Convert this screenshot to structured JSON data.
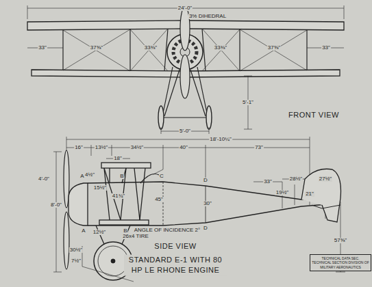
{
  "diagram": {
    "title": "STANDARD E-1 WITH 80 HP LE RHONE ENGINE",
    "nodes": [
      {
        "text": [
          "TECHNICAL DATA SEC. TECHNICAL SECTION DIVISION OF MILITARY AERONAUTICS"
        ]
      }
    ],
    "labels": [
      "24'-0\"",
      "3% DIHEDRAL",
      "33\"",
      "37⅝\"",
      "33⅜\"",
      "33⅜\"",
      "37⅝\"",
      "33\"",
      "5'-1\"",
      "5'-0\"",
      "FRONT VIEW",
      "18'-10¼\"",
      "16\"",
      "13½\"",
      "34½\"",
      "40\"",
      "73\"",
      "33\"",
      "28½\"",
      "8'-0\"",
      "4'-0\"",
      "18\"",
      "4½\"",
      "15½\"",
      "41¾\"",
      "45\"",
      "30\"",
      "12½\"",
      "19½\"",
      "21\"",
      "27½\"",
      "57⅝\"",
      "26x4 TIRE",
      "ANGLE OF INCIDENCE 2°",
      "30½\"",
      "7½\"",
      "A",
      "A",
      "B",
      "B",
      "C",
      "D",
      "D",
      "SIDE VIEW"
    ]
  }
}
